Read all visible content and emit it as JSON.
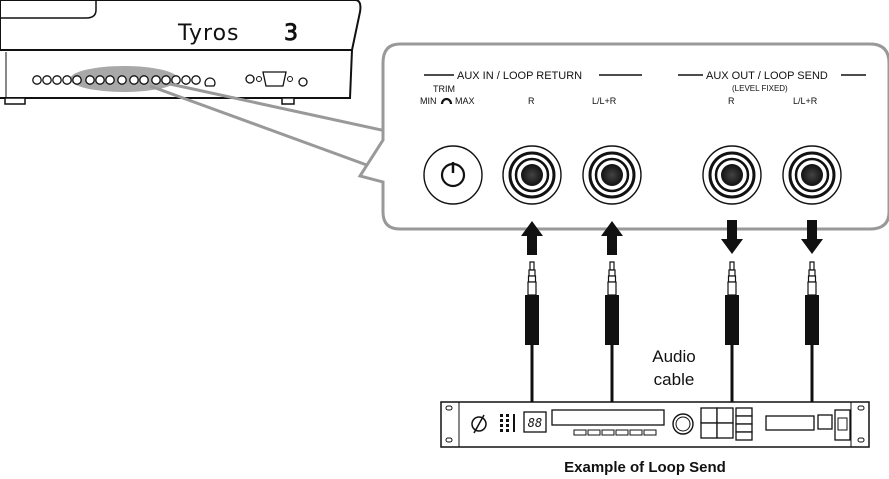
{
  "keyboard": {
    "brand": "Tyros",
    "brand_suffix": "3"
  },
  "panel": {
    "aux_in_title": "AUX IN / LOOP RETURN",
    "trim_label": "TRIM",
    "trim_min": "MIN",
    "trim_max": "MAX",
    "in_r_label": "R",
    "in_lr_label": "L/L+R",
    "aux_out_title": "AUX OUT / LOOP SEND",
    "aux_out_sub": "(LEVEL FIXED)",
    "out_r_label": "R",
    "out_lr_label": "L/L+R"
  },
  "device": {
    "display": "88"
  },
  "cable_label_line1": "Audio",
  "cable_label_line2": "cable",
  "caption": "Example of Loop Send",
  "colors": {
    "line": "#111111",
    "highlight": "#a8a8a8",
    "callout": "#999999"
  }
}
